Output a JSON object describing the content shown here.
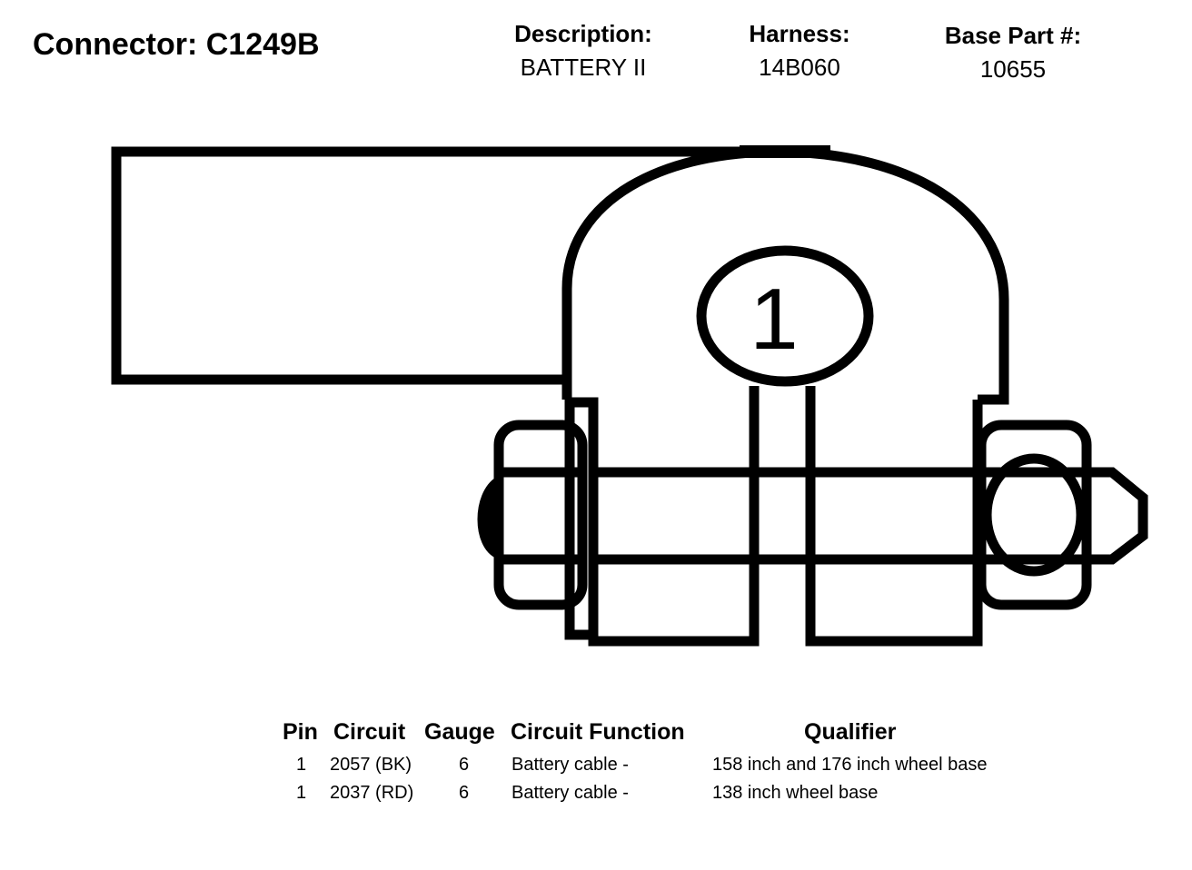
{
  "connector": {
    "title": "Connector: C1249B"
  },
  "header": {
    "description": {
      "label": "Description:",
      "value": "BATTERY II"
    },
    "harness": {
      "label": "Harness:",
      "value": "14B060"
    },
    "base_part": {
      "label": "Base Part #:",
      "value": "10655"
    }
  },
  "diagram": {
    "pin_label": "1"
  },
  "table": {
    "columns": {
      "pin": "Pin",
      "circuit": "Circuit",
      "gauge": "Gauge",
      "function": "Circuit Function",
      "qualifier": "Qualifier"
    },
    "rows": [
      {
        "pin": "1",
        "circuit": "2057 (BK)",
        "gauge": "6",
        "function": "Battery cable -",
        "qualifier": "158 inch and 176 inch wheel base"
      },
      {
        "pin": "1",
        "circuit": "2037 (RD)",
        "gauge": "6",
        "function": "Battery cable -",
        "qualifier": "138 inch wheel base"
      }
    ]
  }
}
